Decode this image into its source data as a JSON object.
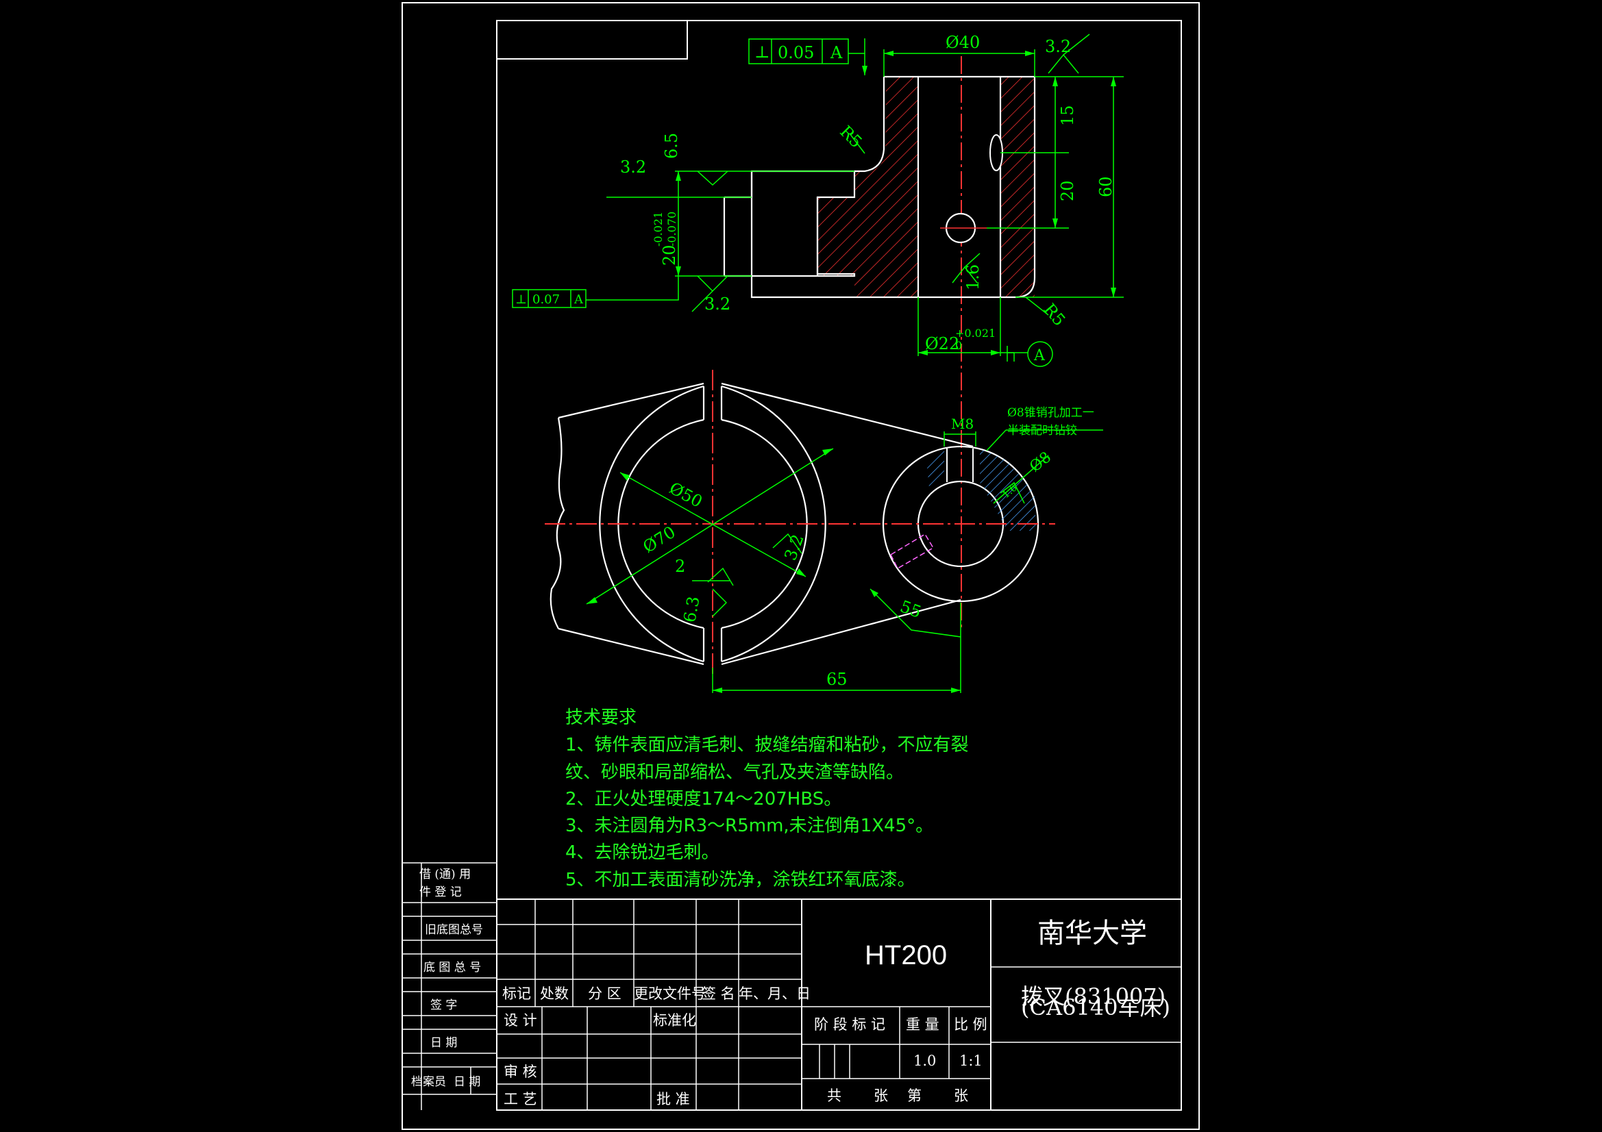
{
  "colors": {
    "background": "#000000",
    "outline": "#ffffff",
    "dimension": "#00ff00",
    "centerline": "#ff0000",
    "hatch": "#ff3333",
    "hatch_blue": "#4aa3ff",
    "annotation": "#ffff00"
  },
  "front_view": {
    "tol_box_top": {
      "symbol": "⊥",
      "value": "0.05",
      "datum": "A"
    },
    "tol_box_left": {
      "symbol": "⊥",
      "value": "0.07",
      "datum": "A"
    },
    "dim_diameter_40": "Ø40",
    "rough_top": "3.2",
    "fillet_top": "R5",
    "dim_6_5": "6.5",
    "rough_left": "3.2",
    "dim_20_tol": "20",
    "tol_upper_20": "-0.021",
    "tol_lower_20": "-0.070",
    "rough_bottom_left": "3.2",
    "dim_15": "15",
    "dim_20": "20",
    "dim_60": "60",
    "rough_hole": "1.6",
    "fillet_bottom": "R5",
    "dim_bore": "Ø22",
    "tol_bore_upper": "+0.021",
    "tol_bore_lower": "0",
    "datum_a": "A"
  },
  "top_view": {
    "dim_50": "Ø50",
    "dim_70": "Ø70",
    "rough_bore": "3.2",
    "slot_width": "2",
    "rough_slot": "6.3",
    "dim_m8": "M8",
    "note_line1": "Ø8锥销孔加工一",
    "note_line2": "半装配时钻铰",
    "dim_d8": "Ø8",
    "rough_pin": "1.6",
    "dim_55": "55",
    "dim_65": "65"
  },
  "tech_requirements": {
    "title": "技术要求",
    "lines": [
      "1、铸件表面应清毛刺、披缝结瘤和粘砂，不应有裂",
      "纹、砂眼和局部缩松、气孔及夹渣等缺陷。",
      "2、正火处理硬度174～207HBS。",
      "3、未注圆角为R3～R5mm,未注倒角1X45°。",
      "4、去除锐边毛刺。",
      "5、不加工表面清砂洗净，涂铁红环氧底漆。"
    ]
  },
  "side_panel": {
    "borrow_line1": "借 (通) 用",
    "borrow_line2": "件 登 记",
    "old_drawing_no": "旧底图总号",
    "drawing_no": "底 图 总 号",
    "signature": "签    字",
    "date": "日    期",
    "archivist": "档案员",
    "archivist_date": "日 期"
  },
  "title_block": {
    "hdr_mark": "标记",
    "hdr_count": "处数",
    "hdr_zone": "分 区",
    "hdr_change_doc": "更改文件号",
    "hdr_sign": "签 名",
    "hdr_date": "年、月、日",
    "design": "设 计",
    "standardize": "标准化",
    "review": "审 核",
    "process": "工 艺",
    "approve": "批 准",
    "material": "HT200",
    "stage_mark": "阶 段 标 记",
    "weight": "重 量",
    "scale": "比 例",
    "weight_value": "1.0",
    "scale_value": "1:1",
    "sheet_total": "共",
    "sheet_label": "张",
    "sheet_no": "第",
    "sheet_label2": "张",
    "school": "南华大学",
    "part_name": "拨叉(831007)",
    "machine_name": "(CA6140车床)"
  }
}
